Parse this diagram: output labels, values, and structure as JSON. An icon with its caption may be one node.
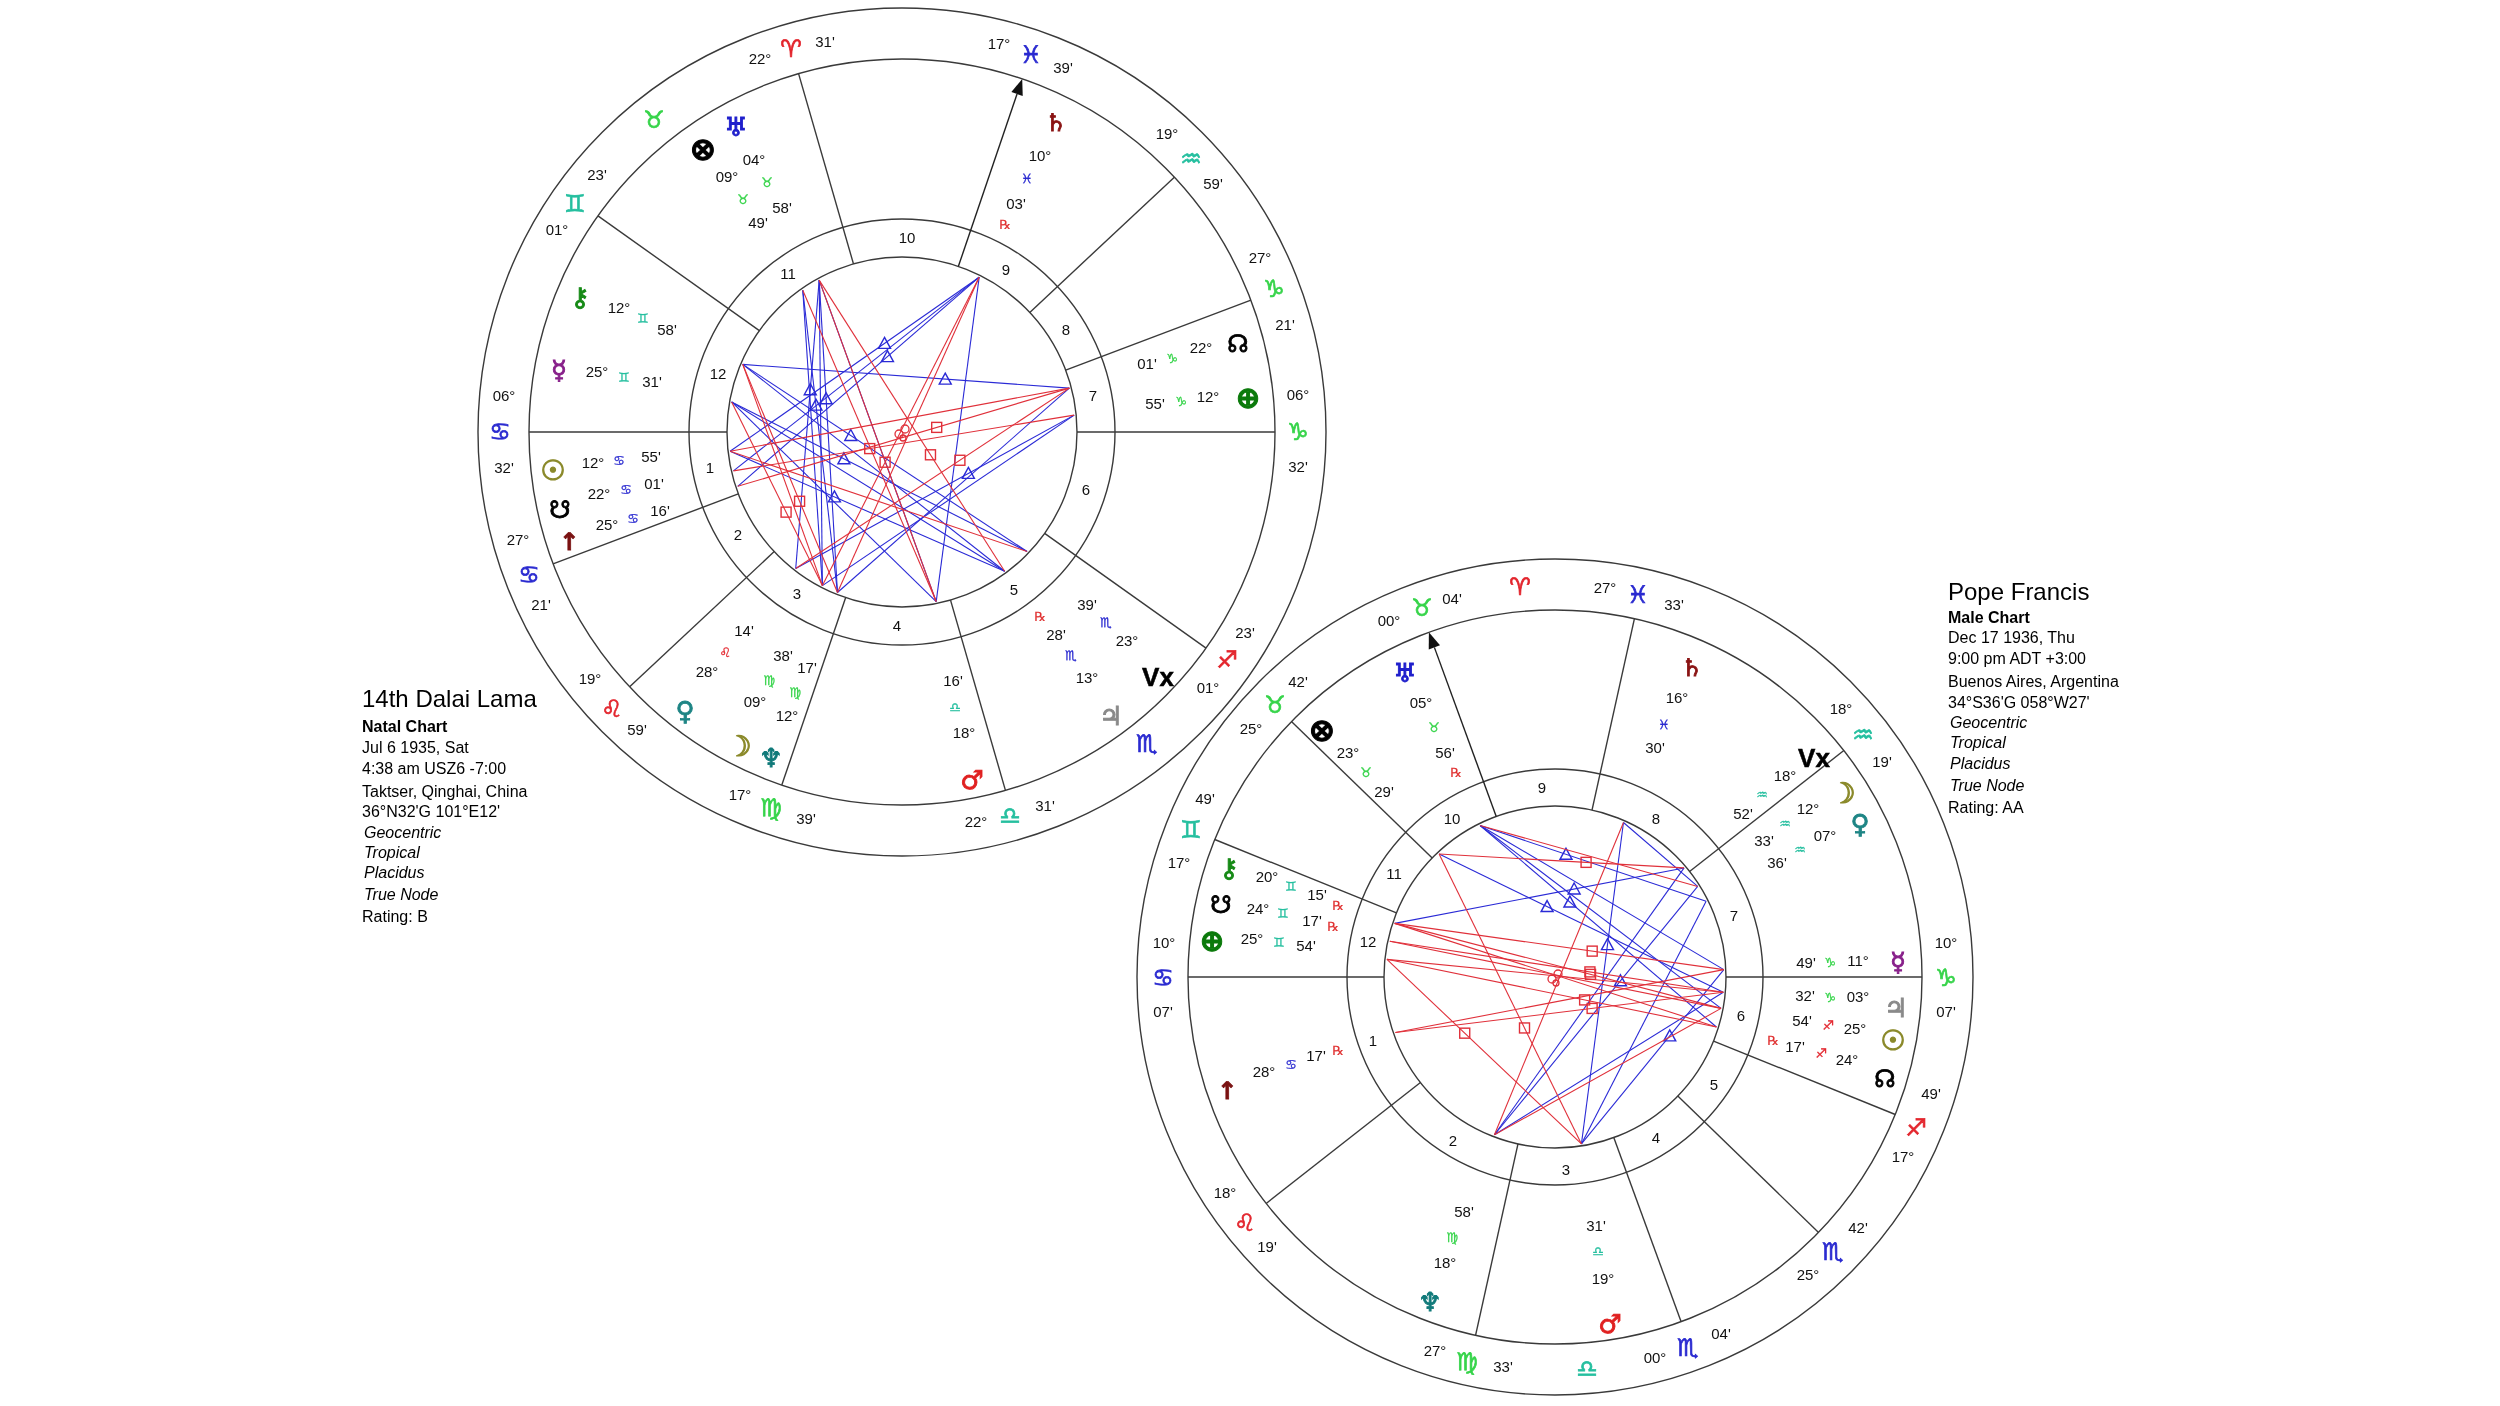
{
  "diagram": {
    "labels": [
      "22°",
      "♈",
      "31'",
      "17°",
      "♓",
      "39'",
      "♉",
      "19°",
      "23'",
      "♒",
      "59'",
      "♊",
      "01°",
      "27°",
      "♑",
      "21'",
      "06°",
      "06°",
      "♋",
      "♑",
      "32'",
      "32'",
      "27°",
      "♋",
      "21'",
      "23'",
      "19°",
      "♐",
      "01°",
      "♌",
      "59'",
      "♏",
      "17°",
      "♍",
      "39'",
      "22°",
      "♎",
      "31'",
      "⊗",
      "♅",
      "04°",
      "09°",
      "♉",
      "♉",
      "49'",
      "58'",
      "♄",
      "10°",
      "♓",
      "03'",
      "℞",
      "⚷",
      "12°",
      "♊",
      "58'",
      "01'",
      "♑",
      "22°",
      "☊",
      "☿",
      "25°",
      "♊",
      "31'",
      "55'",
      "♑",
      "12°",
      "⊕",
      "☉",
      "12°",
      "♋",
      "55'",
      "☋",
      "22°",
      "♋",
      "01'",
      "↑",
      "25°",
      "♋",
      "16'",
      "℞",
      "39'",
      "♏",
      "♌",
      "14'",
      "38'",
      "28'",
      "♏",
      "23°",
      "28°",
      "♍",
      "♍",
      "17'",
      "16'",
      "13°",
      "Vx",
      "♀",
      "09°",
      "12°",
      "♎",
      "♃",
      "☽",
      "♆",
      "18°",
      "♂",
      "1",
      "2",
      "3",
      "4",
      "5",
      "6",
      "7",
      "8",
      "9",
      "10",
      "11",
      "12",
      "14th Dalai Lama",
      "Natal Chart",
      "Jul 6 1935, Sat",
      "4:38 am USZ6 -7:00",
      "Taktser, Qinghai, China",
      "36°N32'G 101°E12'",
      "Geocentric",
      "Tropical",
      "Placidus",
      "True Node",
      "Rating: B",
      "00°",
      "♉",
      "04'",
      "♈",
      "27°",
      "♓",
      "33'",
      "42'",
      "♉",
      "18°",
      "25°",
      "♒",
      "19'",
      "49'",
      "♊",
      "17°",
      "10°",
      "10°",
      "♋",
      "♑",
      "07'",
      "07'",
      "49'",
      "♐",
      "17°",
      "18°",
      "♌",
      "42'",
      "19'",
      "♏",
      "25°",
      "27°",
      "♍",
      "33'",
      "♎",
      "00°",
      "♏",
      "04'",
      "♅",
      "♄",
      "05°",
      "16°",
      "⊗",
      "♉",
      "♓",
      "23°",
      "♉",
      "56'",
      "℞",
      "30'",
      "18°",
      "Vx",
      "29'",
      "52'",
      "♒",
      "33'",
      "36'",
      "♒",
      "♒",
      "12°",
      "07°",
      "☽",
      "♀",
      "⊕",
      "☋",
      "⚷",
      "25°",
      "24°",
      "20°",
      "♊",
      "♊",
      "♊",
      "54'",
      "17'",
      "15'",
      "℞",
      "℞",
      "↑",
      "28°",
      "♋",
      "17'",
      "℞",
      "℞",
      "17'",
      "54'",
      "32'",
      "49'",
      "♐",
      "♐",
      "♑",
      "♑",
      "24°",
      "25°",
      "11°",
      "03°",
      "☊",
      "☉",
      "♃",
      "☿",
      "58'",
      "♍",
      "18°",
      "♆",
      "31'",
      "♎",
      "19°",
      "♂",
      "1",
      "2",
      "3",
      "4",
      "5",
      "6",
      "7",
      "8",
      "9",
      "10",
      "11",
      "12",
      "Pope Francis",
      "Male Chart",
      "Dec 17 1936, Thu",
      "9:00 pm ADT +3:00",
      "Buenos Aires, Argentina",
      "34°S36'G 058°W27'",
      "Geocentric",
      "Tropical",
      "Placidus",
      "True Node",
      "Rating: AA"
    ]
  }
}
